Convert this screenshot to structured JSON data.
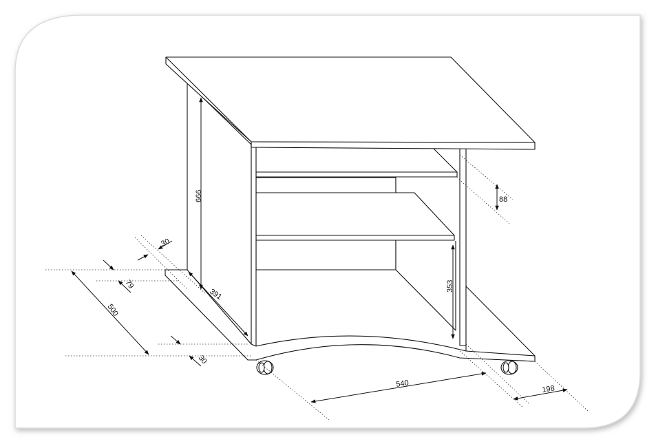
{
  "dimensions": {
    "total_height": "666",
    "shelf_gap": "88",
    "lower_height": "353",
    "top_overhang": "30",
    "inset": "79",
    "depth": "500",
    "panel_depth": "391",
    "base_thickness": "30",
    "width": "540",
    "side_depth": "198"
  },
  "colors": {
    "line": "#111111",
    "panel_fill": "#ffffff",
    "frame_shadow": "#c8c8c8"
  }
}
